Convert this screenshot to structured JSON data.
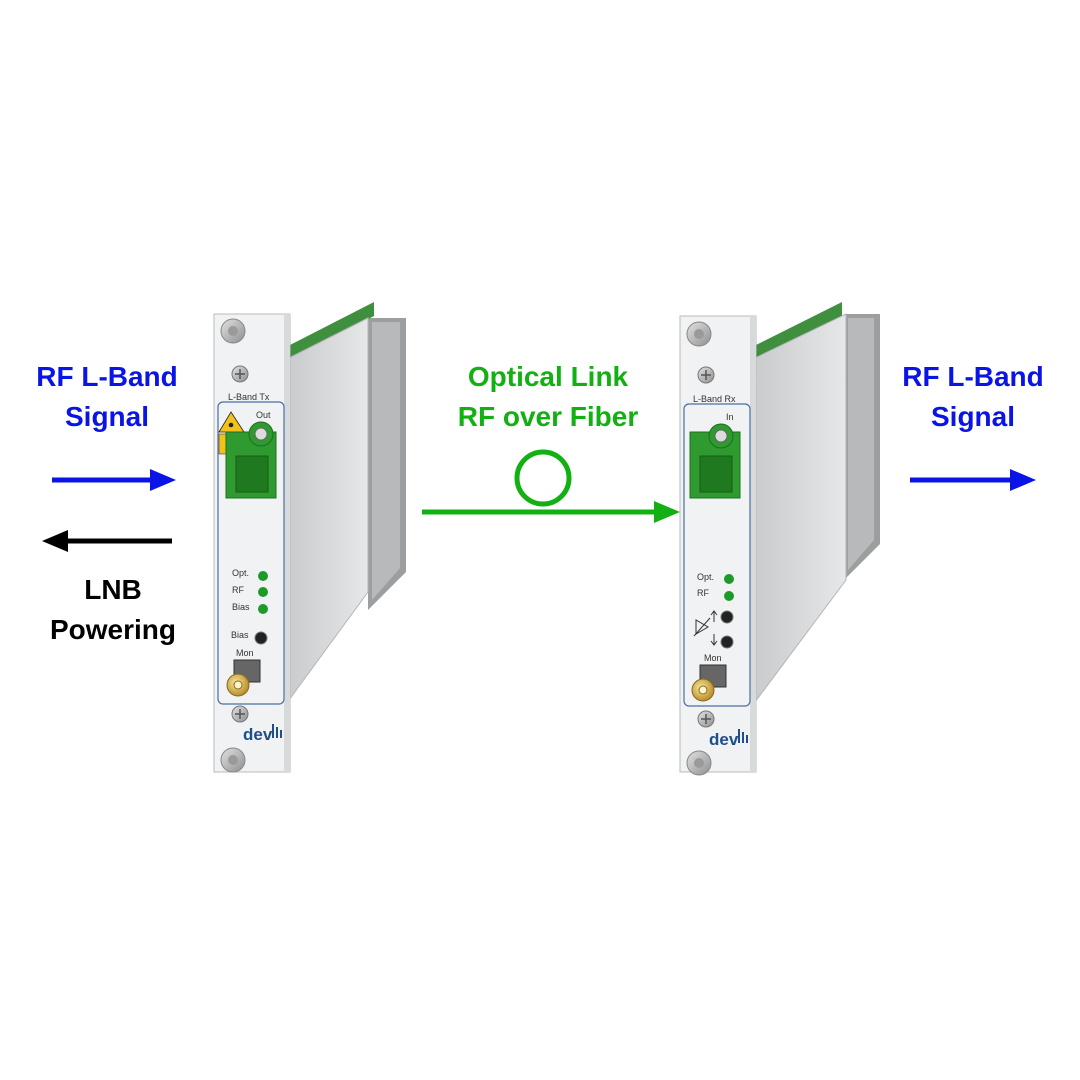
{
  "labels": {
    "rf_in": {
      "line1": "RF L-Band",
      "line2": "Signal"
    },
    "lnb": {
      "line1": "LNB",
      "line2": "Powering"
    },
    "optical": {
      "line1": "Optical Link",
      "line2": "RF over Fiber"
    },
    "rf_out": {
      "line1": "RF L-Band",
      "line2": "Signal"
    }
  },
  "tx_module": {
    "title": "L-Band Tx",
    "port": "Out",
    "leds": [
      "Opt.",
      "RF",
      "Bias"
    ],
    "button": "Bias",
    "connector": "Mon",
    "logo": "dev"
  },
  "rx_module": {
    "title": "L-Band Rx",
    "port": "In",
    "leds": [
      "Opt.",
      "RF"
    ],
    "connector": "Mon",
    "logo": "dev"
  },
  "colors": {
    "rf": "#0a14e6",
    "optical": "#12b012",
    "lnb": "#000000",
    "pcb": "#3f8f3f",
    "sc_connector": "#2f9a2f",
    "led": "#1e9a2a"
  }
}
